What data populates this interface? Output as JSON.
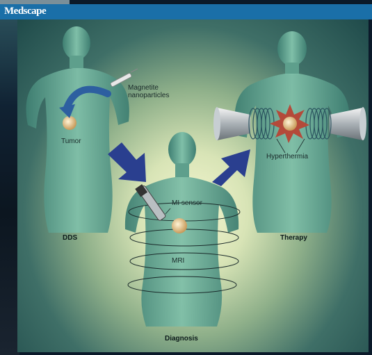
{
  "header": {
    "brand": "Medscape"
  },
  "labels": {
    "magnetite": [
      "Magnetite",
      "nanoparticles"
    ],
    "tumor": "Tumor",
    "dds": "DDS",
    "mi_sensor": "MI sensor",
    "mri": "MRI",
    "diagnosis": "Diagnosis",
    "hyperthermia": "Hyperthermia",
    "therapy": "Therapy"
  },
  "colors": {
    "header": "#1a6fa8",
    "body": "#5f9f8e",
    "arrow": "#2a3f8f",
    "tumor": "#e8c98c"
  }
}
